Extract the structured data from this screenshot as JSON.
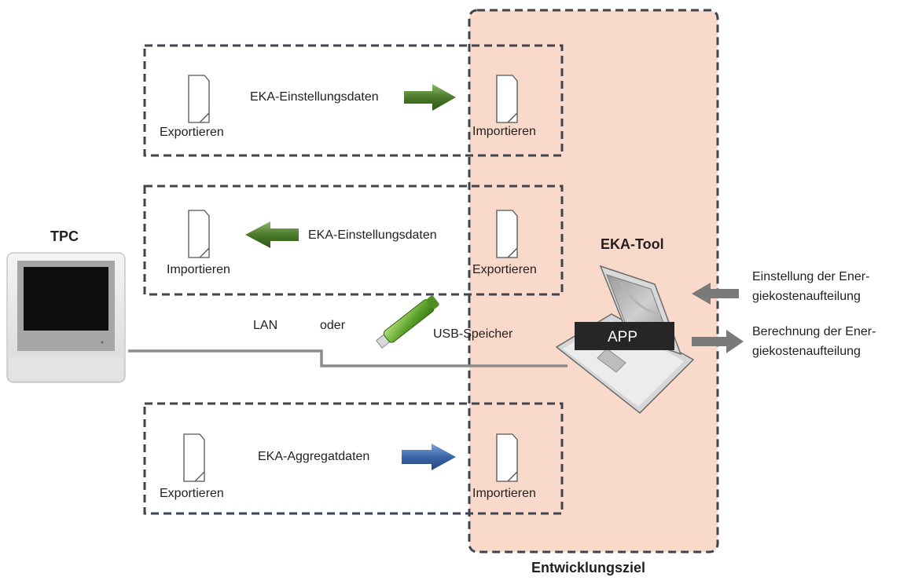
{
  "target_label": "Entwicklungsziel",
  "device_label": "TPC",
  "tool_label": "EKA-Tool",
  "app_label": "APP",
  "connection": {
    "lan": "LAN",
    "oder": "oder",
    "usb": "USB-Speicher"
  },
  "flows": [
    {
      "data_label": "EKA-Einstellungsdaten",
      "left_label": "Exportieren",
      "right_label": "Importieren",
      "arrow_color": "#4a7a2a"
    },
    {
      "data_label": "EKA-Einstellungsdaten",
      "left_label": "Importieren",
      "right_label": "Exportieren",
      "arrow_color": "#4a7a2a"
    },
    {
      "data_label": "EKA-Aggregatdaten",
      "left_label": "Exportieren",
      "right_label": "Importieren",
      "arrow_color": "#3a65a8"
    }
  ],
  "io": {
    "input_line1": "Einstellung der Ener-",
    "input_line2": "giekostenaufteilung",
    "output_line1": "Berechnung der Ener-",
    "output_line2": "giekostenaufteilung"
  },
  "colors": {
    "target_fill": "#f9d9c9",
    "dash": "#3e4550",
    "green_arrow": "#4a7a2a",
    "blue_arrow": "#3a65a8",
    "gray_arrow": "#7a7a7a"
  }
}
